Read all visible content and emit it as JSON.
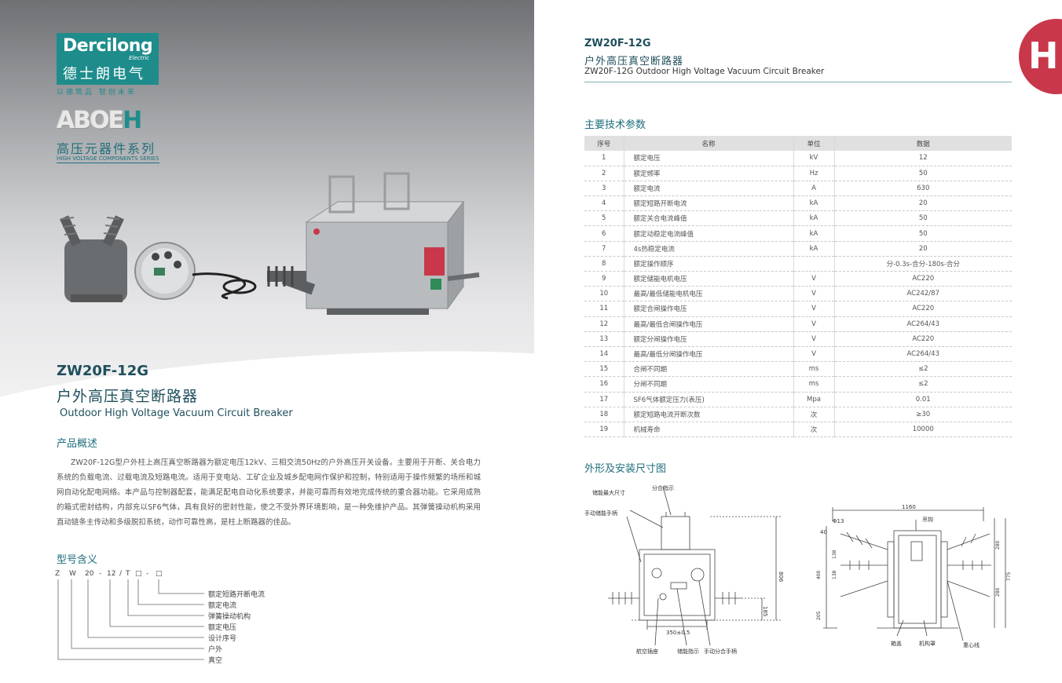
{
  "left": {
    "brand": {
      "name_en": "Dercilong",
      "sub_en": "Electric",
      "name_cn": "德士朗电气",
      "slogan": "以德筑品 智创未来"
    },
    "series": {
      "logo_main": "ABOE",
      "logo_h": "H",
      "name_cn": "高压元器件系列",
      "name_en": "HIGH VOLTAGE COMPONENTS SERIES"
    },
    "product": {
      "model": "ZW20F-12G",
      "name_cn": "户外高压真空断路器",
      "name_en": "Outdoor High Voltage Vacuum Circuit Breaker"
    },
    "overview": {
      "title": "产品概述",
      "text": "ZW20F-12G型户外柱上高压真空断路器为额定电压12kV、三相交流50Hz的户外高压开关设备。主要用于开断、关合电力系统的负载电流、过载电流及短路电流。适用于变电站、工矿企业及城乡配电网作保护和控制，特别适用于操作频繁的场所和城网自动化配电网络。本产品与控制器配套，能满足配电自动化系统要求，并能可靠而有效地完成传统的重合器功能。它采用成熟的箱式密封结构，内部充以SF6气体，具有良好的密封性能，使之不受外界环境影响，是一种免维护产品。其弹簧操动机构采用直动链条主传动和多级脱扣系统，动作可靠性高，是柱上断路器的佳品。"
    },
    "model_meaning": {
      "title": "型号含义",
      "codes": [
        "Z",
        "W",
        "20",
        "-",
        "12",
        "/",
        "T",
        "□",
        "-",
        "□"
      ],
      "labels": [
        "额定短路开断电流",
        "额定电流",
        "弹簧操动机构",
        "额定电压",
        "设计序号",
        "户外",
        "真空"
      ]
    }
  },
  "right": {
    "model": "ZW20F-12G",
    "name_cn": "户外高压真空断路器",
    "name_en": "ZW20F-12G Outdoor High Voltage Vacuum Circuit Breaker",
    "badge": "H",
    "params": {
      "title": "主要技术参数",
      "headers": [
        "序号",
        "名称",
        "单位",
        "数据"
      ],
      "rows": [
        [
          "1",
          "额定电压",
          "kV",
          "12"
        ],
        [
          "2",
          "额定频率",
          "Hz",
          "50"
        ],
        [
          "3",
          "额定电流",
          "A",
          "630"
        ],
        [
          "4",
          "额定短路开断电流",
          "kA",
          "20"
        ],
        [
          "5",
          "额定关合电流峰值",
          "kA",
          "50"
        ],
        [
          "6",
          "额定动稳定电流峰值",
          "kA",
          "50"
        ],
        [
          "7",
          "4s热稳定电流",
          "kA",
          "20"
        ],
        [
          "8",
          "额定操作顺序",
          "",
          "分-0.3s-合分-180s-合分"
        ],
        [
          "9",
          "额定储能电机电压",
          "V",
          "AC220"
        ],
        [
          "10",
          "最高/最低储能电机电压",
          "V",
          "AC242/87"
        ],
        [
          "11",
          "额定合闸操作电压",
          "V",
          "AC220"
        ],
        [
          "12",
          "最高/最低合闸操作电压",
          "V",
          "AC264/43"
        ],
        [
          "13",
          "额定分闸操作电压",
          "V",
          "AC220"
        ],
        [
          "14",
          "最高/最低分闸操作电压",
          "V",
          "AC264/43"
        ],
        [
          "15",
          "合闸不同期",
          "ms",
          "≤2"
        ],
        [
          "16",
          "分闸不同期",
          "ms",
          "≤2"
        ],
        [
          "17",
          "SF6气体额定压力(表压)",
          "Mpa",
          "0.01"
        ],
        [
          "18",
          "额定短路电流开断次数",
          "次",
          "≥30"
        ],
        [
          "19",
          "机械寿命",
          "次",
          "10000"
        ]
      ]
    },
    "dimensions": {
      "title": "外形及安装尺寸图",
      "front_labels": {
        "top_left": "储能最大尺寸",
        "top_mid": "分合指示",
        "left": "手动储能手柄",
        "bottom_left": "航空插座",
        "bottom_mid": "储能指示",
        "bottom_right": "手动分合手柄",
        "dim_height": "806",
        "dim_low": "185",
        "dim_width": "350±0.5"
      },
      "side_labels": {
        "width": "1160",
        "hole": "Φ13",
        "hook": "吊钩",
        "d40": "40",
        "d138a": "138",
        "d138b": "138",
        "d400": "400",
        "d205": "205",
        "d280a": "280",
        "d280b": "280",
        "d775": "775",
        "bottom1": "箱盖",
        "bottom2": "机构罩",
        "bottom3": "重心线"
      }
    }
  }
}
